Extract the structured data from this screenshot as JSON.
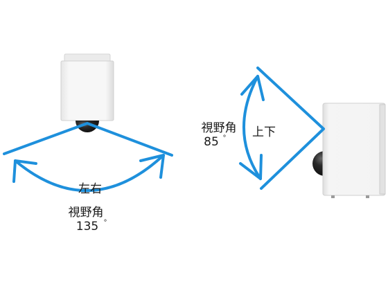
{
  "horizontal_view": {
    "direction_label": "左右",
    "fov_label": "視野角",
    "fov_value": "135",
    "degree_mark": "°"
  },
  "vertical_view": {
    "direction_label": "上下",
    "fov_label": "視野角",
    "fov_value": "85",
    "degree_mark": "°"
  },
  "colors": {
    "view_lines": "#1e90dc",
    "camera_body": "#f4f4f4",
    "camera_outline": "#cfcfcf",
    "lens": "#1a1a1a"
  }
}
